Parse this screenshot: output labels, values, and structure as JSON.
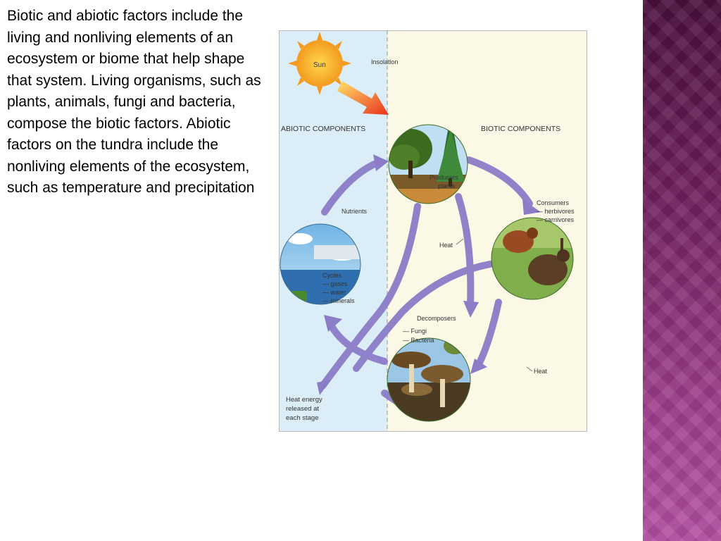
{
  "slide": {
    "body_text": "Biotic and abiotic factors include the living and nonliving elements of an ecosystem or biome that help shape that system. Living organisms, such as plants, animals, fungi and bacteria, compose the biotic factors. Abiotic factors on the tundra include the nonliving elements of the ecosystem, such as temperature and precipitation"
  },
  "diagram": {
    "sun": "Sun",
    "insolation": "Insolation",
    "abiotic_header": "ABIOTIC COMPONENTS",
    "biotic_header": "BIOTIC COMPONENTS",
    "producers_1": "Producers",
    "producers_2": "plants",
    "consumers_1": "Consumers",
    "consumers_2": "— herbivores",
    "consumers_3": "— carnivores",
    "nutrients": "Nutrients",
    "heat_center": "Heat",
    "heat_right": "Heat",
    "cycles_1": "Cycles",
    "cycles_2": "— gases",
    "cycles_3": "— water",
    "cycles_4": "— minerals",
    "decomposers": "Decomposers",
    "fungi": "— Fungi",
    "bacteria": "— Bacteria",
    "heat_energy_1": "Heat energy",
    "heat_energy_2": "released at",
    "heat_energy_3": "each stage"
  },
  "colors": {
    "side_band": "#7a2668",
    "abiotic_bg": "#dbeef8",
    "biotic_bg": "#fbf8e6",
    "arrow": "#8b7cc8"
  }
}
